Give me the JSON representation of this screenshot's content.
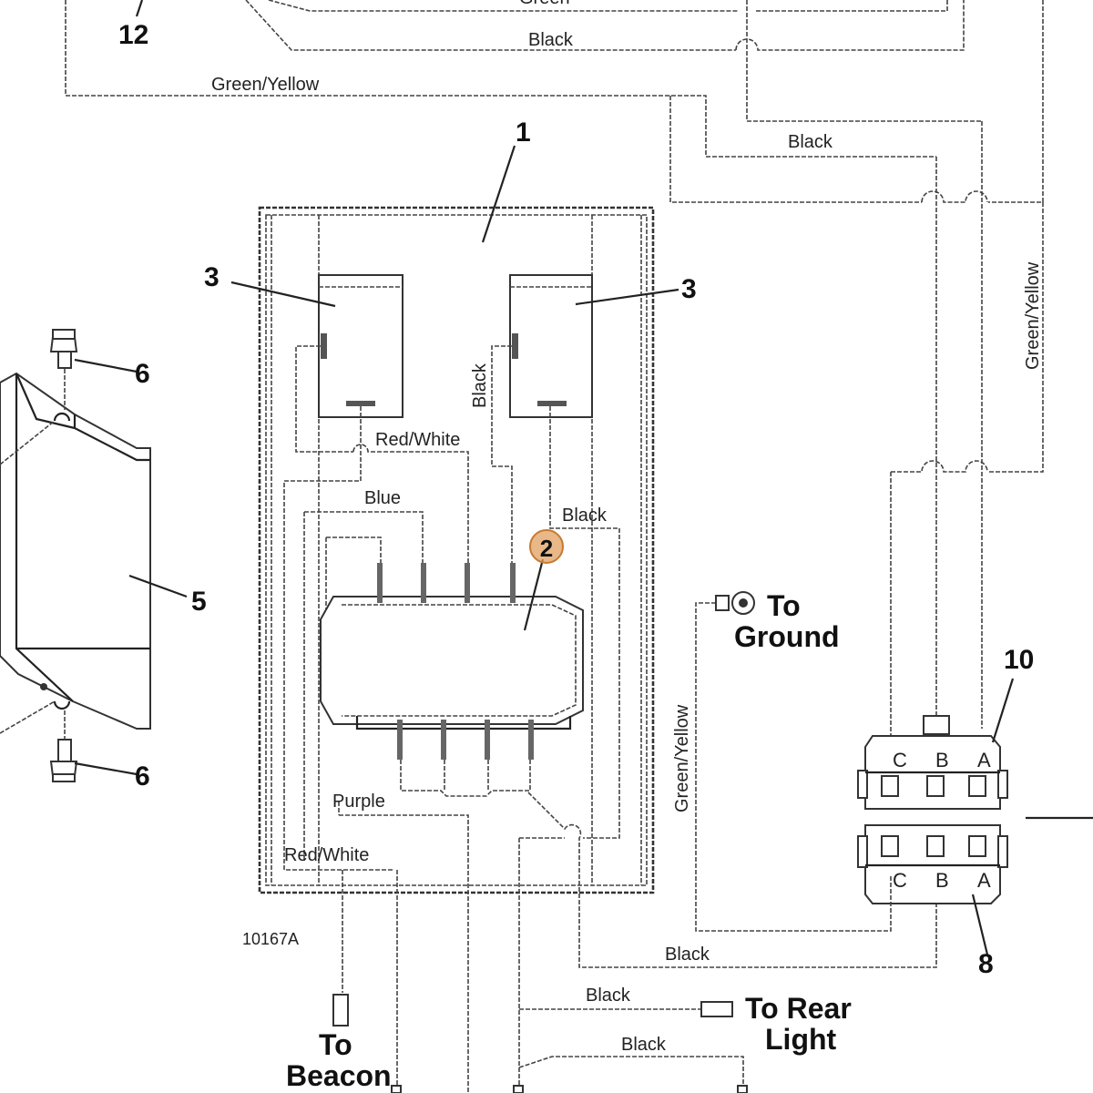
{
  "wire_labels": {
    "green_top": "Green",
    "black_top": "Black",
    "green_yellow_top": "Green/Yellow",
    "black_mid": "Black",
    "green_yellow_right": "Green/Yellow",
    "black_relay": "Black",
    "red_white_top": "Red/White",
    "blue": "Blue",
    "black_inner": "Black",
    "purple": "Purple",
    "red_white_bottom": "Red/White",
    "green_yellow_ground": "Green/Yellow",
    "black_connector": "Black",
    "black_rear": "Black",
    "black_bottom": "Black"
  },
  "callouts": {
    "c12": "12",
    "c1": "1",
    "c3_left": "3",
    "c3_right": "3",
    "c6_top": "6",
    "c5": "5",
    "c6_bottom": "6",
    "c10": "10",
    "c8": "8",
    "c2": "2"
  },
  "destinations": {
    "ground_1": "To",
    "ground_2": "Ground",
    "rear_1": "To Rear",
    "rear_2": "Light",
    "beacon_1": "To",
    "beacon_2": "Beacon"
  },
  "connector_10_pins": [
    "C",
    "B",
    "A"
  ],
  "connector_8_pins": [
    "C",
    "B",
    "A"
  ],
  "figure_number": "10167A",
  "accent_color": "#e0a060"
}
